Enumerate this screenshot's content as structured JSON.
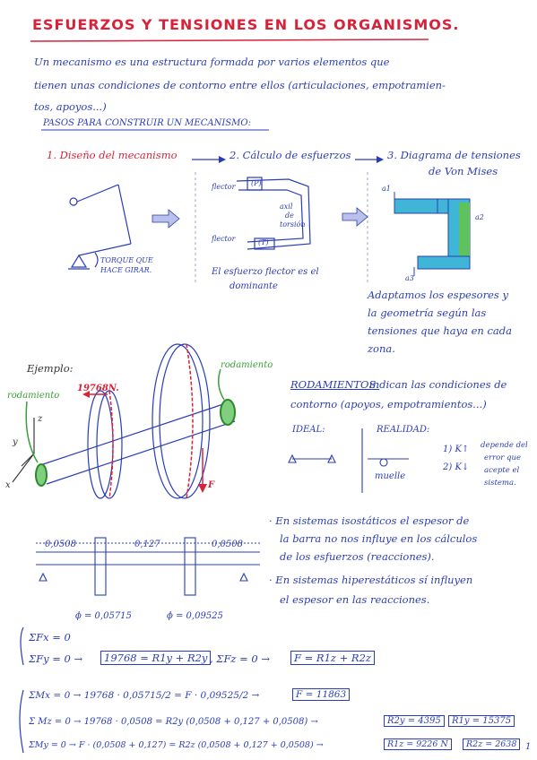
{
  "title": "ESFUERZOS Y TENSIONES EN LOS ORGANISMOS.",
  "intro": {
    "line1": "Un mecanismo es una estructura formada por varios elementos que",
    "line2": "tienen unas condiciones de contorno entre ellos (articulaciones, empotramien-",
    "line3": "tos, apoyos...)"
  },
  "steps_heading": "PASOS PARA CONSTRUIR UN MECANISMO:",
  "steps": {
    "s1": "1. Diseño del mecanismo",
    "s2": "2. Cálculo de esfuerzos",
    "s3": "3. Diagrama de tensiones",
    "s3b": "de Von Mises"
  },
  "diagram1": {
    "torque": "TORQUE QUE",
    "torque2": "HACE GIRAR."
  },
  "diagram2": {
    "flector_top": "flector",
    "flector_bottom": "flector",
    "axil": "axil",
    "de": "de",
    "torsion": "torsión",
    "p": "(P)",
    "t": "(T)",
    "note1": "El esfuerzo flector es el",
    "note2": "dominante"
  },
  "diagram3": {
    "a1": "a1",
    "a2": "a2",
    "a3": "a3",
    "note1": "Adaptamos los espesores y",
    "note2": "la geometría según las",
    "note3": "tensiones que haya en cada",
    "note4": "zona."
  },
  "example": {
    "heading": "Ejemplo:",
    "force_label": "19768N.",
    "rodamiento_left": "rodamiento",
    "rodamiento_right": "rodamiento",
    "axis_z": "z",
    "axis_y": "y",
    "axis_x": "x",
    "force_f": "F"
  },
  "rodamientos": {
    "heading": "RODAMIENTOS:",
    "text1": "indican las condiciones de",
    "text2": "contorno (apoyos, empotramientos...)",
    "ideal": "IDEAL:",
    "realidad": "REALIDAD:",
    "muelle": "muelle",
    "k1": "1) K↑",
    "k2": "2) K↓",
    "dep1": "depende del",
    "dep2": "error que",
    "dep3": "acepte el",
    "dep4": "sistema."
  },
  "dimensions": {
    "d1": "0,0508",
    "d2": "0,127",
    "d3": "0,0508",
    "phi1": "ϕ = 0,05715",
    "phi2": "ϕ = 0,09525"
  },
  "notes": {
    "n1a": "· En sistemas isostáticos el espesor de",
    "n1b": "la barra no nos influye en los cálculos",
    "n1c": "de los esfuerzos (reacciones).",
    "n2a": "· En sistemas hiperestáticos sí influyen",
    "n2b": "el espesor en las reacciones."
  },
  "equations": {
    "e1": "ΣFx = 0",
    "e2a": "ΣFy = 0 →",
    "e2b": "19768 = R1y + R2y",
    "e2c": ", ΣFz = 0 →",
    "e2d": "F = R1z + R2z",
    "m1a": "ΣMx = 0 → 19768 · 0,05715/2 = F · 0,09525/2 →",
    "m1b": "F = 11863",
    "m2a": "Σ Mz = 0 → 19768 · 0,0508 = R2y (0,0508 + 0,127 + 0,0508) →",
    "m2b": "R2y = 4395",
    "m2c": "R1y = 15375",
    "m3a": "ΣMy = 0 → F · (0,0508 + 0,127) = R2z (0,0508 + 0,127 + 0,0508) →",
    "m3b": "R1z = 9226 N",
    "m3c": "R2z = 2638",
    "page": "1"
  }
}
